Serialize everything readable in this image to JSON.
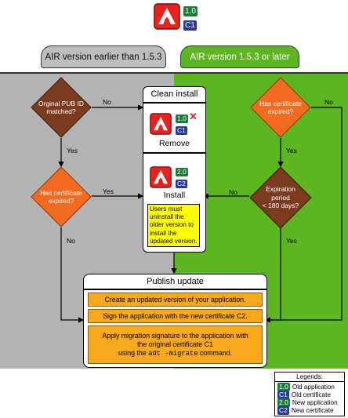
{
  "header": {
    "badge_app": "1.0",
    "badge_cert": "C1"
  },
  "tabs": {
    "left": "AIR version earlier than 1.5.3",
    "right": "AIR version 1.5.3 or later"
  },
  "left": {
    "decision1": [
      "Orginal PUB ID",
      "matched?"
    ],
    "decision2": [
      "Has certificate",
      "expired?"
    ],
    "no1": "No",
    "yes1": "Yes",
    "yes2": "Yes",
    "no2": "No"
  },
  "right": {
    "decision1": [
      "Has certificate",
      "expired?"
    ],
    "decision2": [
      "Expiration",
      "period",
      "< 180 days?"
    ],
    "no1": "No",
    "yes1": "Yes",
    "no2": "No",
    "yes2": "Yes"
  },
  "center": {
    "clean_install": "Clean install",
    "old_app": "1.0",
    "old_cert": "C1",
    "remove_mark": "✕",
    "remove": "Remove",
    "new_app": "2.0",
    "new_cert": "C2",
    "install": "Install",
    "warning": [
      "Users must",
      "uninstall the",
      "older version to",
      "install the",
      "updated version."
    ]
  },
  "publish": {
    "title": "Publish update",
    "step1": "Create an updated version of your application.",
    "step2": "Sign the application with the new certificate C2.",
    "step3_line1": "Apply migration signature to the application with",
    "step3_line2": "the original certificate C1",
    "step3_pre": "using the",
    "step3_cmd": "adt -migrate",
    "step3_post": "command."
  },
  "legend": {
    "title": "Legends:",
    "items": [
      {
        "badge": "1.0",
        "label": "Old application"
      },
      {
        "badge": "C1",
        "label": "Old certificate"
      },
      {
        "badge": "2.0",
        "label": "New application"
      },
      {
        "badge": "C2",
        "label": "New certificate"
      }
    ]
  },
  "colors": {
    "left_bg": "#b3b3b3",
    "right_bg": "#5cb61f",
    "diamond_brown": "#7b3b1e",
    "diamond_orange": "#f36a21",
    "step_orange": "#f7a81b",
    "warning_yellow": "#ffff00",
    "badge_green": "#1d7b3a",
    "badge_blue": "#263a9c",
    "air_red": "#e8231d"
  }
}
